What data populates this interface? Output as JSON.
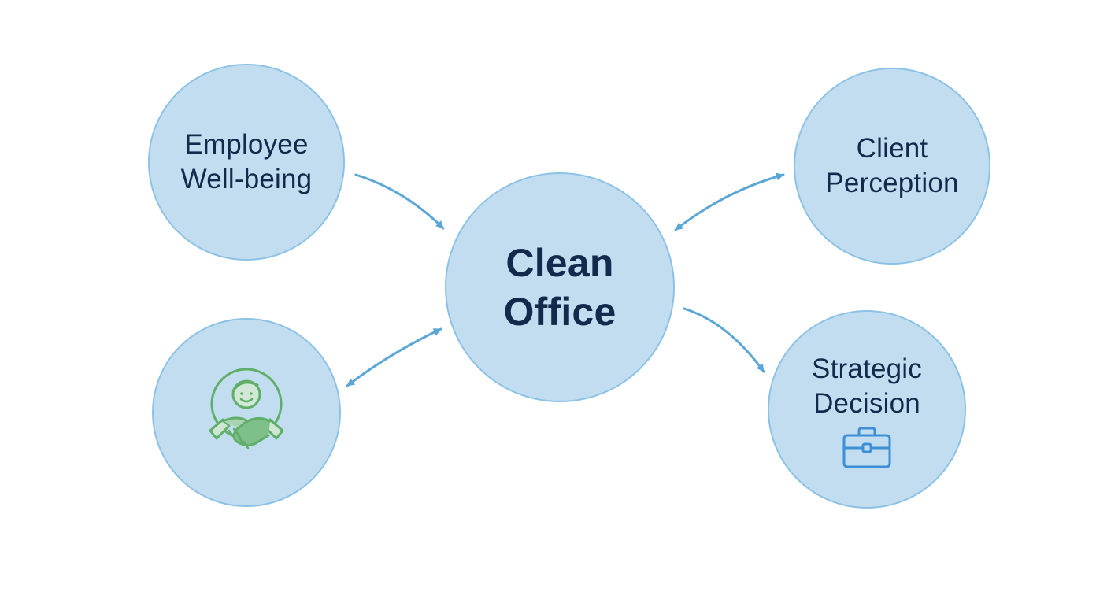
{
  "diagram": {
    "center": {
      "line1": "Clean",
      "line2": "Office"
    },
    "employee": {
      "line1": "Employee",
      "line2": "Well-being"
    },
    "client": {
      "line1": "Client",
      "line2": "Perception"
    },
    "strategy": {
      "line1": "Strategic",
      "line2": "Decision",
      "icon": "briefcase-icon"
    },
    "trust": {
      "icon": "handshake-smiley-icon"
    },
    "colors": {
      "node_fill": "#c3ddf0",
      "node_border": "#8cc2e6",
      "text": "#142a4c",
      "arrow": "#5aa6d6",
      "handshake_icon": "#5faf6a",
      "briefcase_icon": "#3d8fd6"
    }
  }
}
